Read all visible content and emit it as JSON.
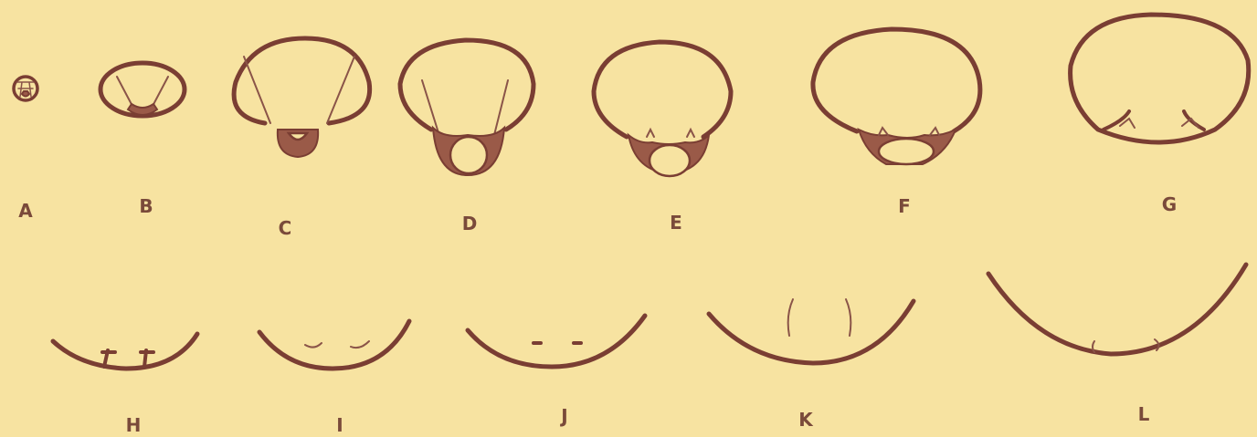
{
  "colors": {
    "background": "#f7e3a1",
    "ink": "#7a3e33",
    "shading": "#9a5a48"
  },
  "stages": [
    {
      "label": "A"
    },
    {
      "label": "B"
    },
    {
      "label": "C"
    },
    {
      "label": "D"
    },
    {
      "label": "E"
    },
    {
      "label": "F"
    },
    {
      "label": "G"
    },
    {
      "label": "H"
    },
    {
      "label": "I"
    },
    {
      "label": "J"
    },
    {
      "label": "K"
    },
    {
      "label": "L"
    }
  ]
}
